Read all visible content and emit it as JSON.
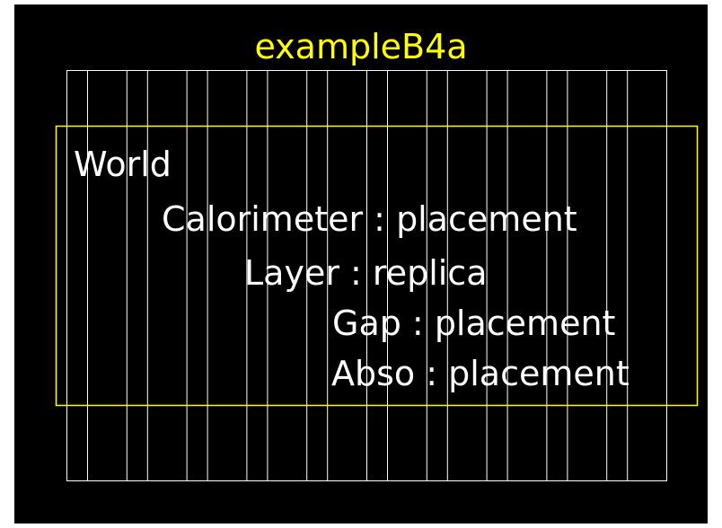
{
  "title": "exampleB4a",
  "colors": {
    "background": "#000000",
    "title": "#ffff00",
    "text": "#ffffff",
    "layer_lines": "#ffffff",
    "world_box": "#ffff00"
  },
  "hierarchy": [
    {
      "label": "World",
      "level": 0
    },
    {
      "label": "Calorimeter : placement",
      "level": 1
    },
    {
      "label": "Layer : replica",
      "level": 2
    },
    {
      "label": "Gap : placement",
      "level": 3
    },
    {
      "label": "Abso : placement",
      "level": 3
    }
  ]
}
